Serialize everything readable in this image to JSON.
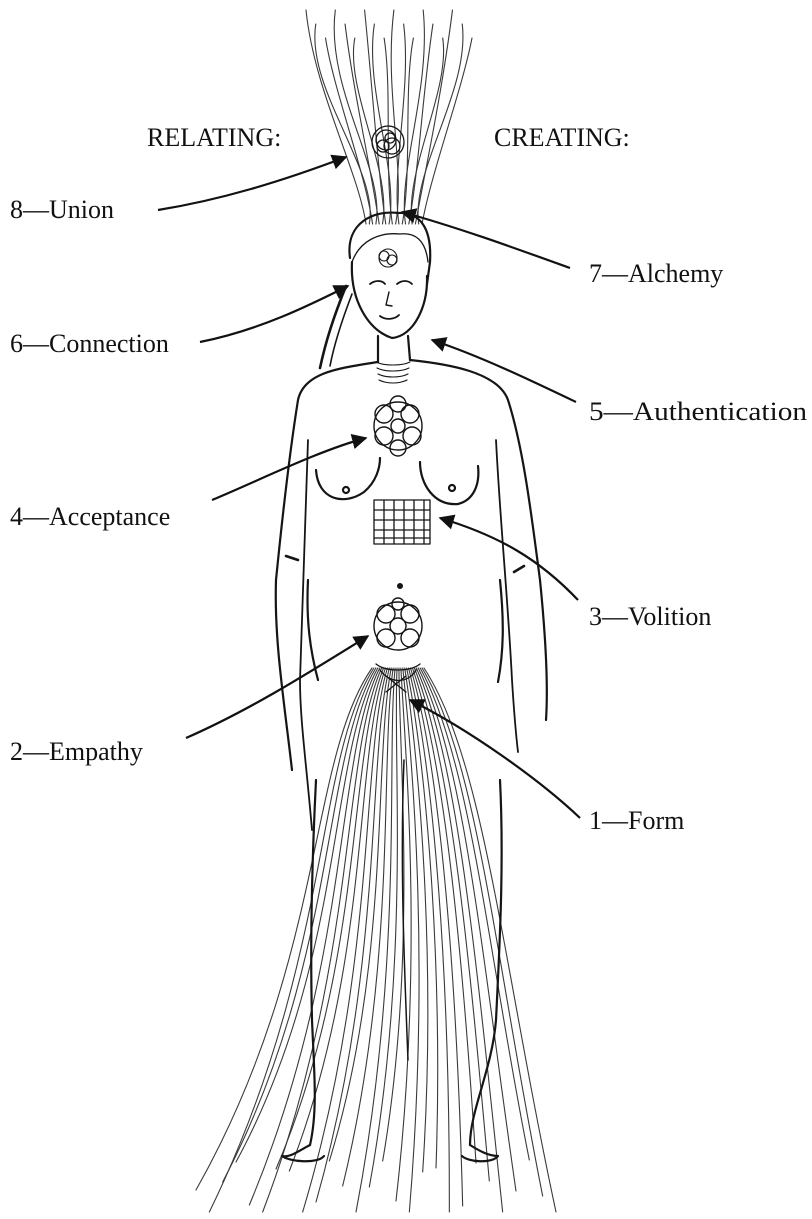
{
  "headings": {
    "left": "RELATING:",
    "right": "CREATING:"
  },
  "labels": {
    "union": "8—Union",
    "alchemy": "7—Alchemy",
    "connection": "6—Connection",
    "authentication": "5—Authentication",
    "acceptance": "4—Acceptance",
    "volition": "3—Volition",
    "empathy": "2—Empathy",
    "form": "1—Form"
  },
  "colors": {
    "ink": "#151515",
    "background": "#ffffff"
  }
}
